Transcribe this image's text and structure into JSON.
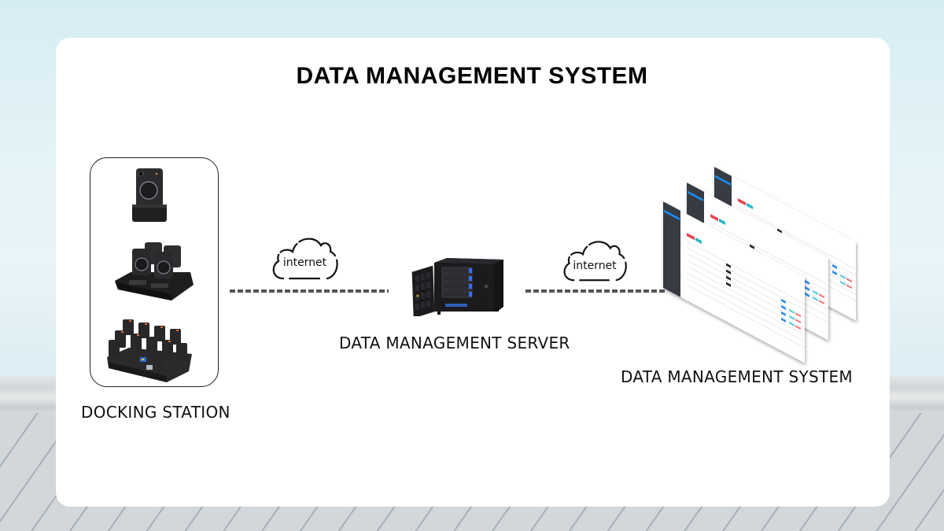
{
  "title": "DATA MANAGEMENT SYSTEM",
  "nodes": {
    "docking_station": {
      "label": "DOCKING STATION",
      "devices": [
        "single-camera-dock",
        "four-slot-dock",
        "multi-slot-dock"
      ]
    },
    "server": {
      "label": "DATA MANAGEMENT SERVER"
    },
    "system": {
      "label": "DATA MANAGEMENT SYSTEM",
      "screen_count": 3
    }
  },
  "links": [
    {
      "label": "internet",
      "from": "DOCKING STATION",
      "to": "DATA MANAGEMENT SERVER"
    },
    {
      "label": "internet",
      "from": "DATA MANAGEMENT SERVER",
      "to": "DATA MANAGEMENT SYSTEM"
    }
  ],
  "colors": {
    "card": "#ffffff",
    "text": "#111111",
    "sidebar": "#373b42",
    "accent_blue": "#1b8bf0",
    "tag_red": "#e8434c",
    "tag_cyan": "#24b8c9"
  }
}
